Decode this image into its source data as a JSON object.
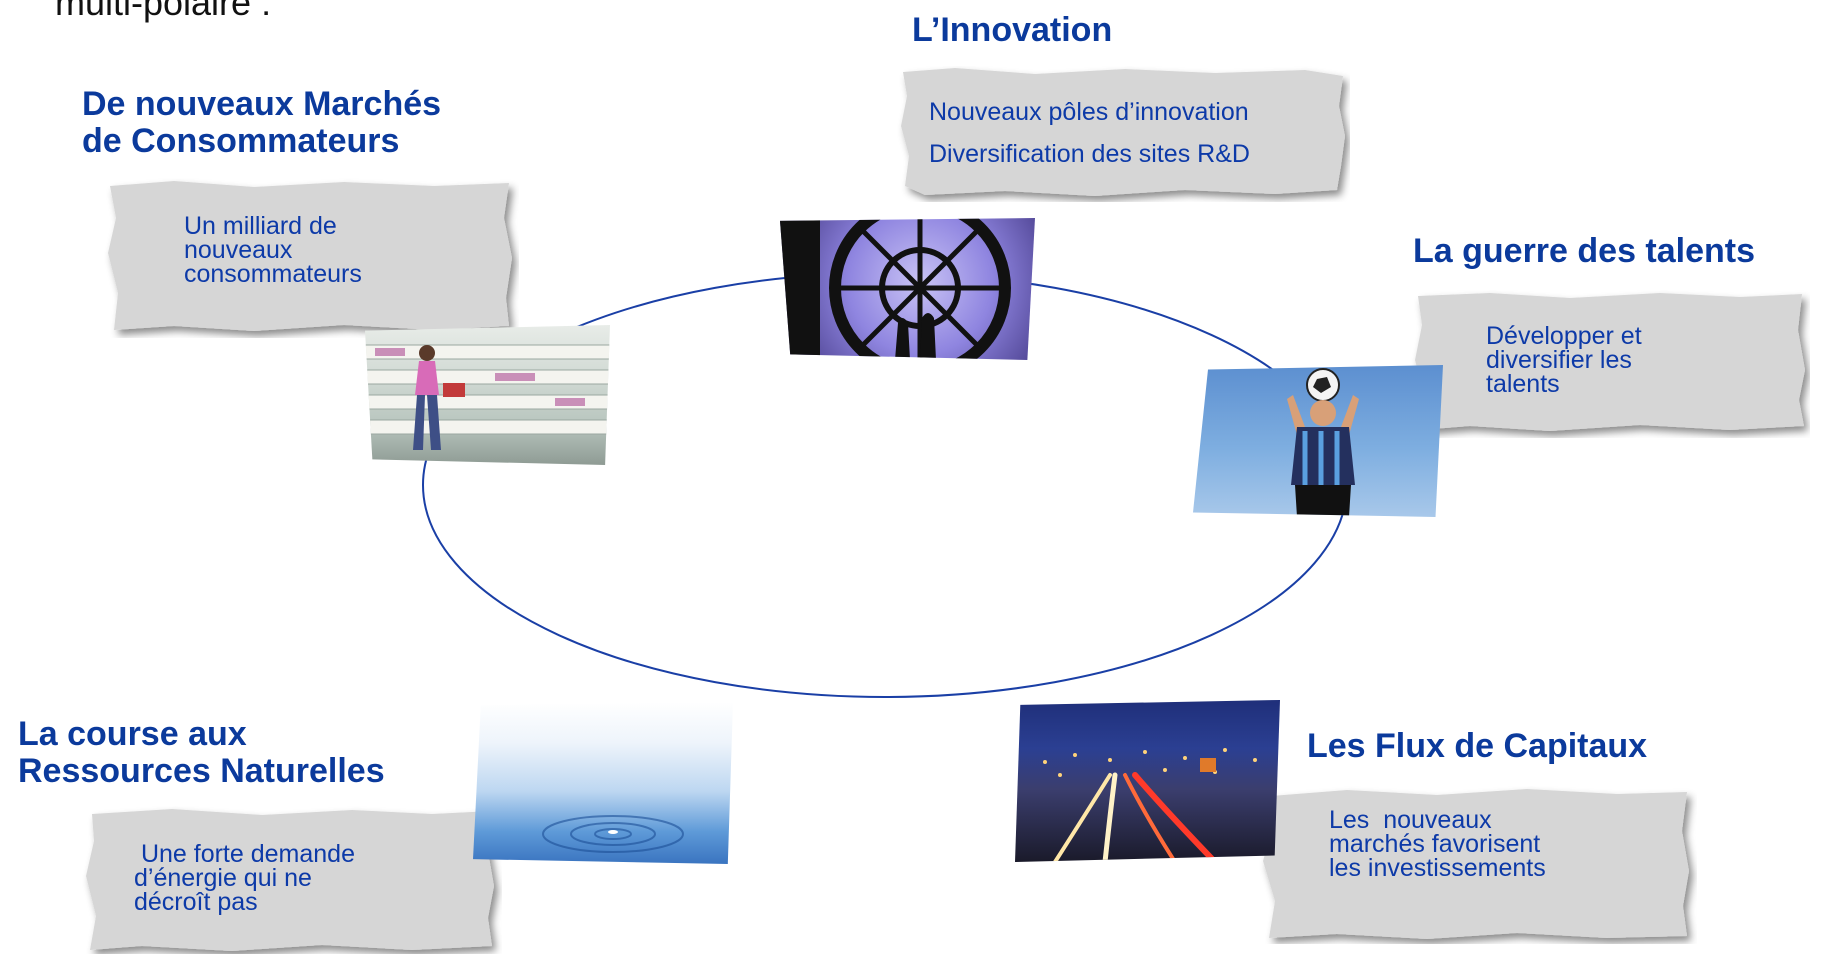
{
  "top_fragment": "multi-polaire :",
  "nodes": {
    "innovation": {
      "title_lines": [
        "L’Innovation"
      ],
      "items": [
        "Nouveaux pôles d’innovation",
        "Diversification des sites R&D"
      ],
      "image": "clock-window-photo"
    },
    "consumers": {
      "title_lines": [
        "De nouveaux Marchés",
        "de Consommateurs"
      ],
      "items": [
        "Un milliard de",
        "nouveaux",
        "consommateurs"
      ],
      "image": "supermarket-shopper-photo"
    },
    "talents": {
      "title_lines": [
        "La guerre des talents"
      ],
      "items": [
        "Développer et",
        "diversifier les",
        "talents"
      ],
      "image": "soccer-player-photo"
    },
    "resources": {
      "title_lines": [
        "La course aux",
        "Ressources Naturelles"
      ],
      "items": [
        " Une forte demande",
        "d’énergie qui ne",
        "décroît pas"
      ],
      "image": "water-ripple-photo"
    },
    "capital": {
      "title_lines": [
        "Les Flux de Capitaux"
      ],
      "items": [
        "Les  nouveaux",
        "marchés favorisent",
        "les investissements"
      ],
      "image": "city-night-traffic-photo"
    }
  },
  "colors": {
    "heading": "#0b3a9c",
    "card_text": "#0d3aa8",
    "card_fill": "#d6d6d6",
    "ellipse": "#1a3fa6"
  }
}
